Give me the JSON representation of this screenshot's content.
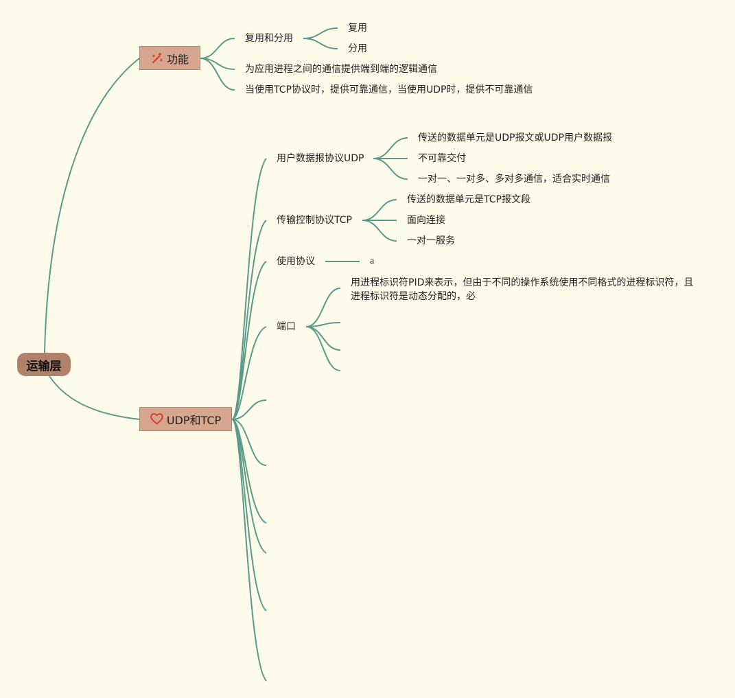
{
  "root": {
    "label": "运输层"
  },
  "branches": {
    "function": {
      "label": "功能",
      "icon": "magic-wand-icon",
      "children": {
        "mux": {
          "label": "复用和分用",
          "children": [
            "复用",
            "分用"
          ]
        },
        "logical": "为应用进程之间的通信提供端到端的逻辑通信",
        "reliability": "当使用TCP协议时，提供可靠通信，当使用UDP时，提供不可靠通信"
      }
    },
    "udp_tcp": {
      "label": "UDP和TCP",
      "icon": "heart-icon",
      "children": {
        "udp": {
          "label": "用户数据报协议UDP",
          "children": [
            "传送的数据单元是UDP报文或UDP用户数据报",
            "不可靠交付",
            "一对一、一对多、多对多通信，适合实时通信"
          ]
        },
        "tcp": {
          "label": "传输控制协议TCP",
          "children": [
            "传送的数据单元是TCP报文段",
            "面向连接",
            "一对一服务"
          ]
        },
        "protocol": {
          "label": "使用协议",
          "children": [
            "a"
          ]
        },
        "port": {
          "label": "端口",
          "children": [
            "用进程标识符PID来表示，但由于不同的操作系统使用不同格式的进程标识符，且进程标识符是动态分配的，必"
          ]
        }
      }
    }
  },
  "colors": {
    "background": "#fefbea",
    "link": "#5a9a88",
    "root_fill": "#b0826c",
    "box_fill": "#d6a78e",
    "icon_red": "#d9381e"
  }
}
